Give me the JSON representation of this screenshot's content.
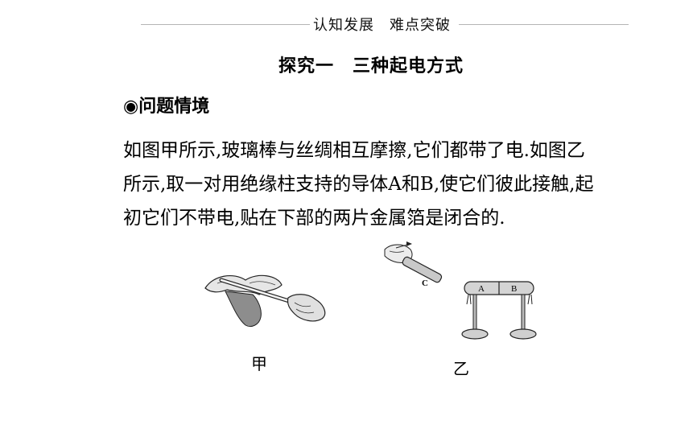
{
  "header": {
    "title": "认知发展　难点突破"
  },
  "section": {
    "heading": "探究一　三种起电方式"
  },
  "subheading": "◉问题情境",
  "paragraph": {
    "line1": "如图甲所示,玻璃棒与丝绸相互摩擦,它们都带了电.如图乙",
    "line2": "所示,取一对用绝缘柱支持的导体A和B,使它们彼此接触,起",
    "line3": "初它们不带电,贴在下部的两片金属箔是闭合的."
  },
  "figures": {
    "jia_caption": "甲",
    "yi_caption": "乙",
    "yi_rod_label": "C",
    "yi_conductor_a": "A",
    "yi_conductor_b": "B"
  }
}
